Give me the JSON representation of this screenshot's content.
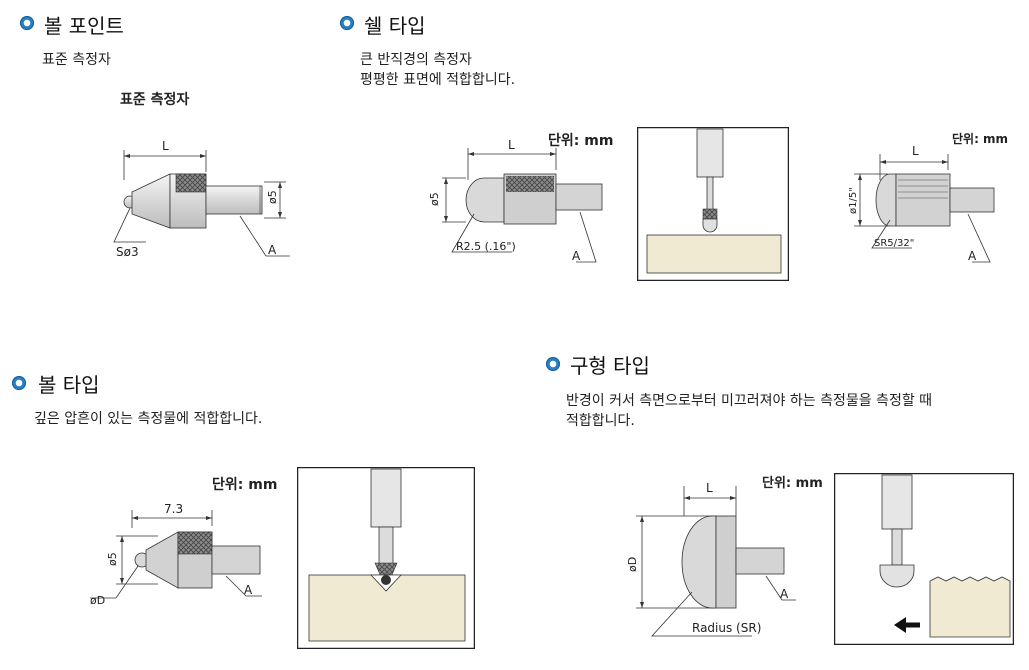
{
  "sections": {
    "ball_point": {
      "title": "볼 포인트",
      "desc": "표준 측정자",
      "diagram_title": "표준 측정자",
      "labels": {
        "length": "L",
        "sphere": "Sø3",
        "dia": "ø5",
        "ref": "A"
      }
    },
    "shell": {
      "title": "쉘 타입",
      "desc_lines": [
        "큰 반직경의 측정자",
        "평평한 표면에 적합합니다."
      ],
      "unit_metric": "단위: mm",
      "unit_inch": "단위: mm",
      "labels_metric": {
        "length": "L",
        "dia": "ø5",
        "radius": "R2.5 (.16\")",
        "ref": "A"
      },
      "labels_inch": {
        "length": "L",
        "dia": "ø1/5\"",
        "radius": "SR5/32\"",
        "ref": "A"
      }
    },
    "ball": {
      "title": "볼 타입",
      "desc": "깊은 압흔이 있는 측정물에 적합합니다.",
      "unit": "단위: mm",
      "labels": {
        "length": "7.3",
        "dia": "ø5",
        "ball": "øD",
        "ref": "A"
      }
    },
    "spherical": {
      "title": "구형 타입",
      "desc_lines": [
        "반경이 커서 측면으로부터 미끄러져야 하는 측정물을 측정할 때",
        "적합합니다."
      ],
      "unit": "단위: mm",
      "labels": {
        "length": "L",
        "dia": "øD",
        "radius": "Radius (SR)",
        "ref": "A"
      }
    }
  }
}
